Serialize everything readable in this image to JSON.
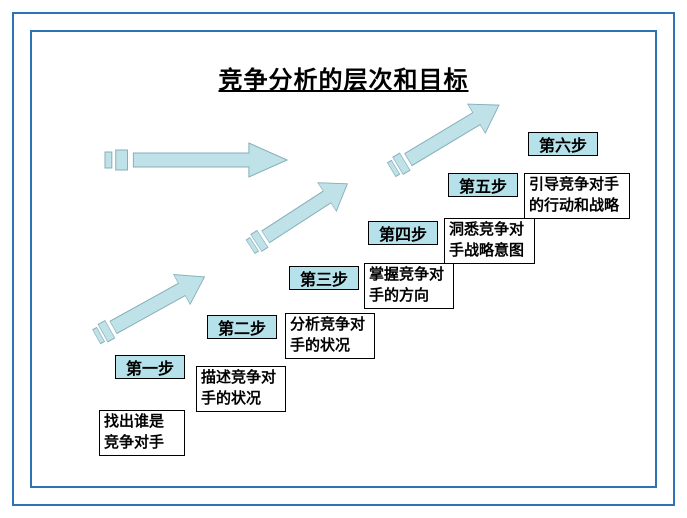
{
  "title": "竞争分析的层次和目标",
  "steps": [
    {
      "label": "第一步",
      "desc_line1": "找出谁是",
      "desc_line2": "竞争对手"
    },
    {
      "label": "第二步",
      "desc_line1": "描述竞争对",
      "desc_line2": "手的状况"
    },
    {
      "label": "第三步",
      "desc_line1": "分析竞争对",
      "desc_line2": "手的状况"
    },
    {
      "label": "第四步",
      "desc_line1": "掌握竞争对",
      "desc_line2": "手的方向"
    },
    {
      "label": "第五步",
      "desc_line1": "洞悉竞争对",
      "desc_line2": "手战略意图"
    },
    {
      "label": "第六步",
      "desc_line1": "引导竞争对手",
      "desc_line2": "的行动和战略"
    }
  ],
  "colors": {
    "frame_blue": "#2e74b5",
    "step_fill": "#b5e2ea",
    "arrow_fill": "#bfe2e8",
    "arrow_stroke": "#85aeb8"
  }
}
